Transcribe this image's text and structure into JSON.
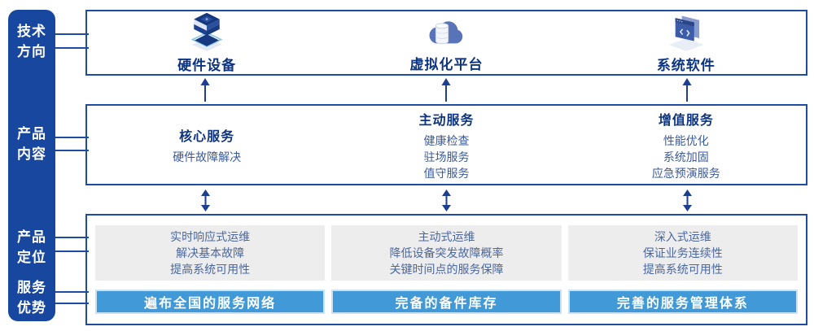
{
  "colors": {
    "sidebar": "#17479E",
    "border": "#1E4CA0",
    "heading": "#0D3480",
    "body_text": "#3A5A9E",
    "positioning_text": "#4A67A0",
    "bar": "#4199D8",
    "bar_border": "#C9E2F5",
    "gray_box": "#EDEDED",
    "arrow": "#1D3F8E"
  },
  "sidebar": {
    "labels": [
      {
        "text": "技术\n方向"
      },
      {
        "text": "产品\n内容"
      },
      {
        "text": "产品\n定位"
      },
      {
        "text": "服务\n优势"
      }
    ]
  },
  "tech_row": {
    "columns": [
      {
        "icon": "server-stack-icon",
        "label": "硬件设备"
      },
      {
        "icon": "cloud-database-icon",
        "label": "虚拟化平台"
      },
      {
        "icon": "code-window-icon",
        "label": "系统软件"
      }
    ]
  },
  "service_row": {
    "columns": [
      {
        "title": "核心服务",
        "items": [
          "硬件故障解决"
        ]
      },
      {
        "title": "主动服务",
        "items": [
          "健康检查",
          "驻场服务",
          "值守服务"
        ]
      },
      {
        "title": "增值服务",
        "items": [
          "性能优化",
          "系统加固",
          "应急预演服务"
        ]
      }
    ]
  },
  "bottom_row": {
    "columns": [
      {
        "positioning": [
          "实时响应式运维",
          "解决基本故障",
          "提高系统可用性"
        ],
        "advantage": "遍布全国的服务网络"
      },
      {
        "positioning": [
          "主动式运维",
          "降低设备突发故障概率",
          "关键时间点的服务保障"
        ],
        "advantage": "完备的备件库存"
      },
      {
        "positioning": [
          "深入式运维",
          "保证业务连续性",
          "提高系统可用性"
        ],
        "advantage": "完善的服务管理体系"
      }
    ]
  }
}
